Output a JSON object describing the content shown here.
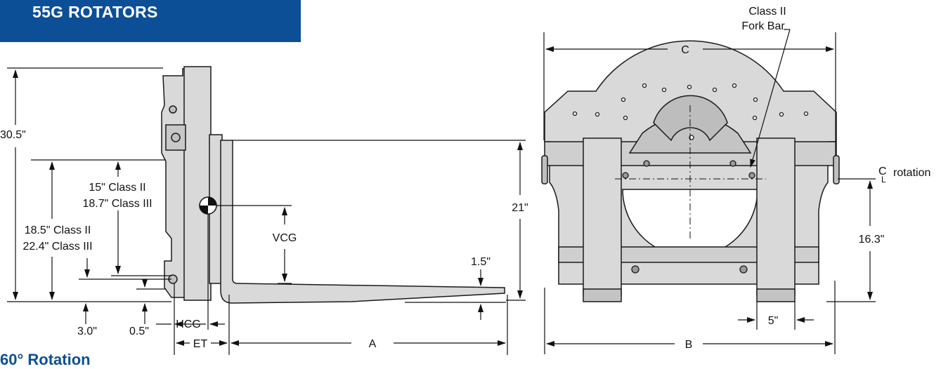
{
  "header": {
    "title": "55G ROTATORS"
  },
  "subheading": "60° Rotation",
  "side_view": {
    "dims": {
      "overall_height": "30.5\"",
      "load_center_1": "15\" Class II",
      "load_center_2": "18.7\" Class III",
      "height_1": "18.5\" Class II",
      "height_2": "22.4\" Class III",
      "vcg": "VCG",
      "fork_height": "21\"",
      "fork_thickness": "1.5\"",
      "bottom_offset": "3.0\"",
      "small_offset": "0.5\"",
      "hcg": "HCG",
      "et": "ET",
      "a": "A"
    }
  },
  "front_view": {
    "dims": {
      "c": "C",
      "b": "B",
      "fork_bar_1": "Class II",
      "fork_bar_2": "Fork Bar",
      "rotation_cl": "C",
      "rotation_l": "L",
      "rotation": "rotation",
      "center_height": "16.3\"",
      "fork_width": "5\""
    }
  },
  "colors": {
    "banner": "#0d4f97",
    "body_fill": "#d9d9d9",
    "outline": "#1a1a1a"
  }
}
